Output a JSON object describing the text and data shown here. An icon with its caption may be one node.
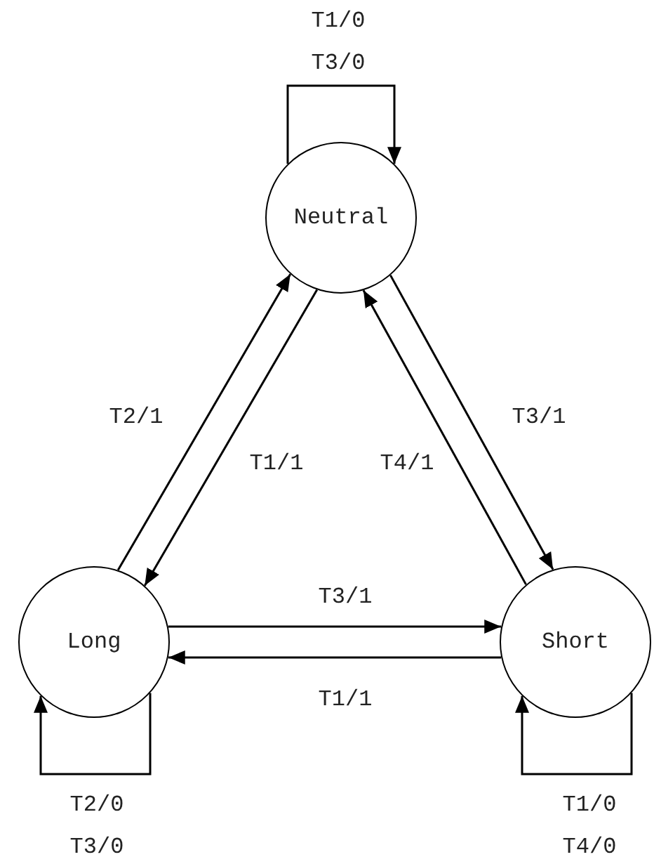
{
  "diagram": {
    "nodes": [
      {
        "text": [
          "Neutral"
        ]
      },
      {
        "text": [
          "Long"
        ]
      },
      {
        "text": [
          "Short"
        ]
      }
    ],
    "edges": [
      {
        "from": 0,
        "to": 0,
        "arrow": "to",
        "label": "T1/0 T3/0"
      },
      {
        "from": 1,
        "to": 0,
        "arrow": "to",
        "label": "T2/1"
      },
      {
        "from": 0,
        "to": 1,
        "arrow": "to",
        "label": "T1/1"
      },
      {
        "from": 0,
        "to": 2,
        "arrow": "to",
        "label": "T3/1"
      },
      {
        "from": 2,
        "to": 0,
        "arrow": "to",
        "label": "T4/1"
      },
      {
        "from": 1,
        "to": 2,
        "arrow": "to",
        "label": "T3/1"
      },
      {
        "from": 2,
        "to": 1,
        "arrow": "to",
        "label": "T1/1"
      },
      {
        "from": 1,
        "to": 1,
        "arrow": "to",
        "label": "T2/0 T3/0"
      },
      {
        "from": 2,
        "to": 2,
        "arrow": "to",
        "label": "T1/0 T4/0"
      }
    ]
  }
}
